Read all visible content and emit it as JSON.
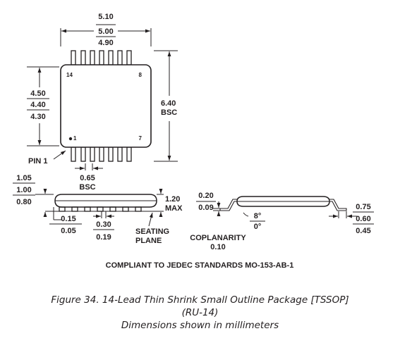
{
  "top_view": {
    "body_length": {
      "max": "5.10",
      "nom": "5.00",
      "min": "4.90"
    },
    "body_width": {
      "max": "4.50",
      "nom": "4.40",
      "min": "4.30"
    },
    "span": {
      "value": "6.40",
      "note": "BSC"
    },
    "pin_labels": {
      "p14": "14",
      "p8": "8",
      "p1": "1",
      "p7": "7"
    },
    "pin1_label": "PIN 1",
    "pitch": {
      "value": "0.65",
      "note": "BSC"
    }
  },
  "side_view": {
    "seated_height": {
      "max": "1.05",
      "nom": "1.00",
      "min": "0.80"
    },
    "max_height": {
      "value": "1.20",
      "note": "MAX"
    },
    "standoff": {
      "max": "0.15",
      "min": "0.05"
    },
    "lead_width": {
      "max": "0.30",
      "min": "0.19"
    },
    "seating_plane": [
      "SEATING",
      "PLANE"
    ],
    "coplanarity": {
      "label": "COPLANARITY",
      "value": "0.10"
    }
  },
  "end_view": {
    "lead_thickness": {
      "max": "0.20",
      "min": "0.09"
    },
    "angle": {
      "max": "8°",
      "min": "0°"
    },
    "foot_length": {
      "max": "0.75",
      "nom": "0.60",
      "min": "0.45"
    }
  },
  "compliance": "COMPLIANT TO JEDEC STANDARDS MO-153-AB-1",
  "caption": {
    "line1": "Figure 34. 14-Lead Thin Shrink Small Outline Package [TSSOP]",
    "line2": "(RU-14)",
    "line3": "Dimensions shown in millimeters"
  }
}
